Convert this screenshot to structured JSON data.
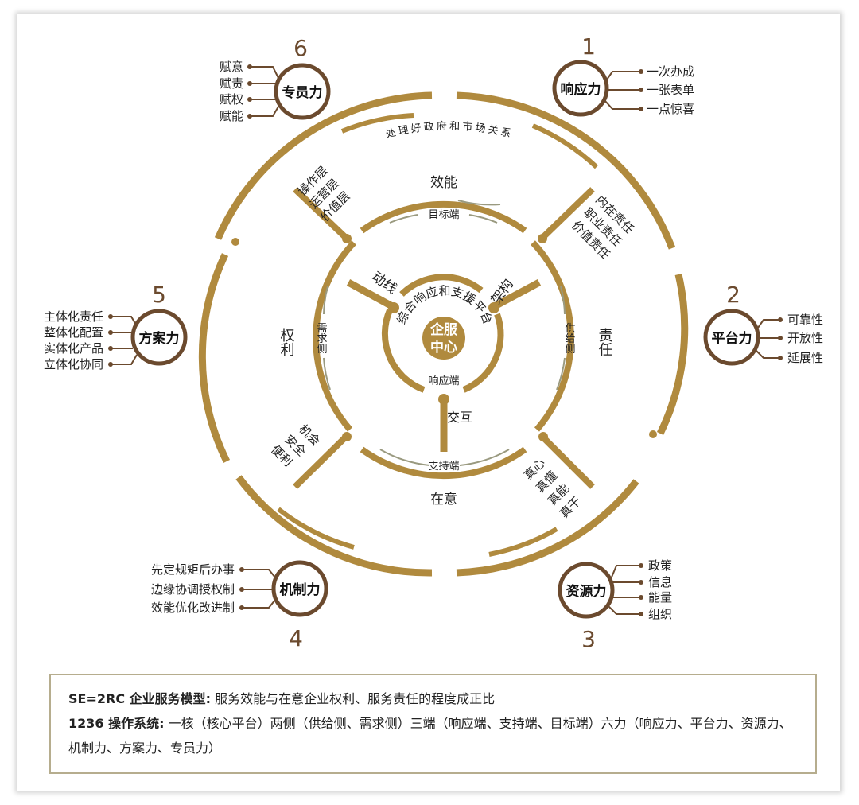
{
  "colors": {
    "gold": "#b08a3e",
    "brown": "#6b4a2e",
    "line_grey": "#9a9a80",
    "text": "#222222",
    "note_border": "#b6ad8e"
  },
  "center": {
    "title_line1": "企服",
    "title_line2": "中心",
    "platform_arc": "综合响应和支援平台",
    "response_end": "响应端"
  },
  "spokes": {
    "top_left": "动线",
    "top_right": "架构",
    "bottom": "交互"
  },
  "middle_ring": {
    "target_end": "目标端",
    "support_end": "支持端",
    "demand_side": "需求侧",
    "supply_side": "供给侧"
  },
  "quadrants": {
    "top": "效能",
    "bottom": "在意",
    "left": "权利",
    "right": "责任"
  },
  "outer_arc_text": "处理好政府和市场关系",
  "diagonal_labels": {
    "top_left": [
      "操作层",
      "运营层",
      "价值层"
    ],
    "top_right": [
      "内在责任",
      "职业责任",
      "价值责任"
    ],
    "bottom_left": [
      "机会",
      "安全",
      "便利"
    ],
    "bottom_right": [
      "真心",
      "真懂",
      "真能",
      "真干"
    ]
  },
  "forces": [
    {
      "number": "1",
      "name": "响应力",
      "items": [
        "一次办成",
        "一张表单",
        "一点惊喜"
      ]
    },
    {
      "number": "2",
      "name": "平台力",
      "items": [
        "可靠性",
        "开放性",
        "延展性"
      ]
    },
    {
      "number": "3",
      "name": "资源力",
      "items": [
        "政策",
        "信息",
        "能量",
        "组织"
      ]
    },
    {
      "number": "4",
      "name": "机制力",
      "items": [
        "先定规矩后办事",
        "边缘协调授权制",
        "效能优化改进制"
      ]
    },
    {
      "number": "5",
      "name": "方案力",
      "items": [
        "主体化责任",
        "整体化配置",
        "实体化产品",
        "立体化协同"
      ]
    },
    {
      "number": "6",
      "name": "专员力",
      "items": [
        "赋意",
        "赋责",
        "赋权",
        "赋能"
      ]
    }
  ],
  "note": {
    "line1_label": "SE=2RC 企业服务模型:",
    "line1_text": " 服务效能与在意企业权利、服务责任的程度成正比",
    "line2_label": "1236 操作系统:",
    "line2_text": " 一核（核心平台）两侧（供给侧、需求侧）三端（响应端、支持端、目标端）六力（响应力、平台力、资源力、",
    "line3_text": "机制力、方案力、专员力）"
  }
}
